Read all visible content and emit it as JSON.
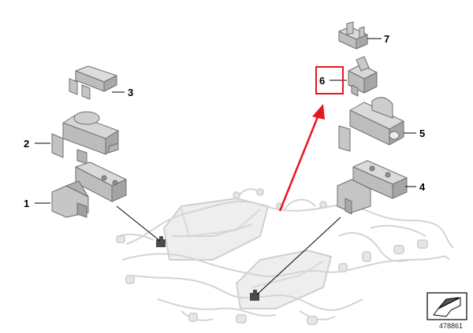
{
  "callouts": {
    "part_1": "1",
    "part_2": "2",
    "part_3": "3",
    "part_4": "4",
    "part_5": "5",
    "part_6": "6",
    "part_7": "7"
  },
  "highlighted_callout": "6",
  "document_number": "478861",
  "icons": {
    "view_direction": "arrow-view-icon",
    "highlight_arrow": "red-pointer-arrow"
  },
  "colors": {
    "highlight": "#e8171e",
    "part_fill": "#c9c9c9",
    "part_stroke": "#6f6f6f",
    "harness_faded": "#e2e2e2"
  }
}
